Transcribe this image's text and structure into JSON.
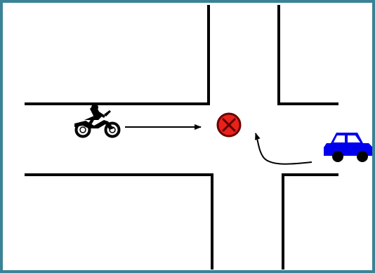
{
  "diagram": {
    "frame_color": "#3a8296",
    "road_line_color": "#000000",
    "vehicles": [
      {
        "kind": "motorcycle",
        "icon": "motorcycle-icon",
        "color": "#000000",
        "direction": "eastbound"
      },
      {
        "kind": "car",
        "icon": "car-icon",
        "color": "#0000ee",
        "direction": "westbound-turning-left"
      }
    ],
    "collision_marker": {
      "icon": "collision-x-icon",
      "fill": "#e8221a",
      "stroke": "#6a0000"
    },
    "arrows": [
      {
        "meaning": "motorcycle-path",
        "color": "#000000"
      },
      {
        "meaning": "car-left-turn-path",
        "color": "#000000"
      }
    ]
  }
}
